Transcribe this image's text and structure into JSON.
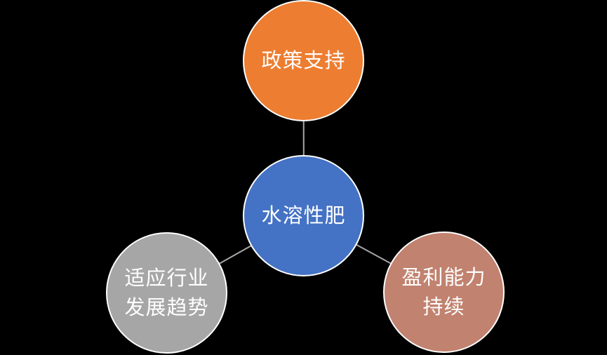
{
  "background_color": "#000000",
  "diagram": {
    "type": "radial",
    "connector_color": "#a6a6a6",
    "node_border_color": "#ffffff",
    "text_color": "#ffffff",
    "center_node": {
      "label": "水溶性肥",
      "color": "#4472c4"
    },
    "top_node": {
      "label": "政策支持",
      "color": "#ed7d31"
    },
    "bottom_left_node": {
      "label": "适应行业\n发展趋势",
      "color": "#a6a6a6"
    },
    "bottom_right_node": {
      "label": "盈利能力\n持续",
      "color": "#c1826f"
    }
  }
}
